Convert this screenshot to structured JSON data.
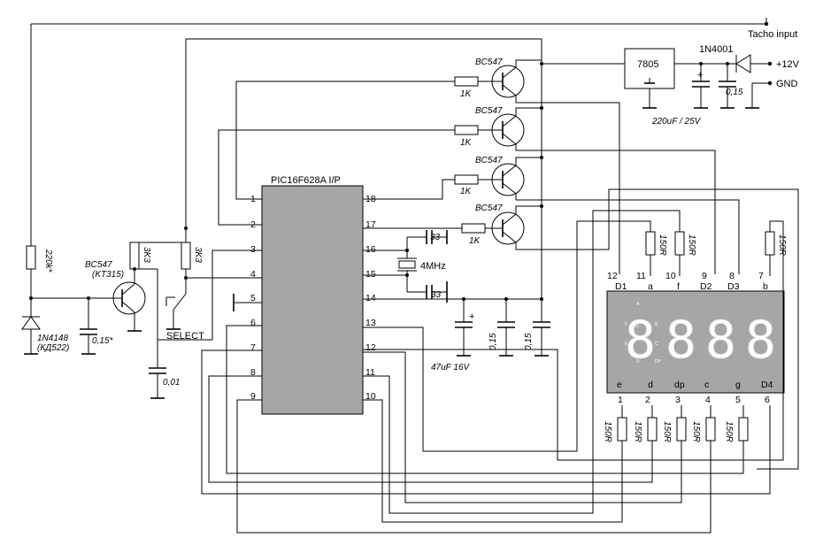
{
  "title": "",
  "mcu": {
    "label": "PIC16F628A I/P",
    "left_pins": [
      "1",
      "2",
      "3",
      "4",
      "5",
      "6",
      "7",
      "8",
      "9"
    ],
    "right_pins": [
      "18",
      "17",
      "16",
      "15",
      "14",
      "13",
      "12",
      "11",
      "10"
    ]
  },
  "connectors": {
    "tacho": "Tacho input",
    "plus12": "+12V",
    "gnd": "GND"
  },
  "regulator": {
    "label": "7805"
  },
  "diode_power": {
    "label": "1N4001"
  },
  "caps": {
    "c220": "220uF / 25V",
    "c015_top": "0,15",
    "c47": "47uF 16V",
    "c015_a": "0,15",
    "c015_b": "0,15",
    "c015_in": "0,15*",
    "c001": "0,01",
    "crystal_cap1": "33",
    "crystal_cap2": "33"
  },
  "crystal": {
    "label": "4MHz"
  },
  "transistors": [
    {
      "label": "BC547",
      "base_res": "1K"
    },
    {
      "label": "BC547",
      "base_res": "1K"
    },
    {
      "label": "BC547",
      "base_res": "1K"
    },
    {
      "label": "BC547",
      "base_res": "1K"
    }
  ],
  "input_stage": {
    "transistor": "BC547",
    "transistor_alt": "(KT315)",
    "diode": "1N4148",
    "diode_alt": "(КД522)",
    "r_input": "220k*",
    "r_pullup1": "3K3",
    "r_pullup2": "3K3",
    "switch_label": "SELECT"
  },
  "display": {
    "top_pins": [
      "12",
      "11",
      "10",
      "9",
      "8",
      "7"
    ],
    "top_labels": [
      "D1",
      "a",
      "f",
      "D2",
      "D3",
      "b"
    ],
    "bottom_labels": [
      "e",
      "d",
      "dp",
      "c",
      "g",
      "D4"
    ],
    "bottom_pins": [
      "1",
      "2",
      "3",
      "4",
      "5",
      "6"
    ],
    "digits": [
      "8",
      "8",
      "8",
      "8"
    ],
    "mini_labels": [
      "A",
      "F",
      "G",
      "B",
      "E",
      "C",
      "D",
      "DP"
    ]
  },
  "seg_resistors": {
    "top": [
      "150R",
      "150R",
      "150R"
    ],
    "bottom": [
      "150R",
      "150R",
      "150R",
      "150R",
      "150R"
    ]
  }
}
